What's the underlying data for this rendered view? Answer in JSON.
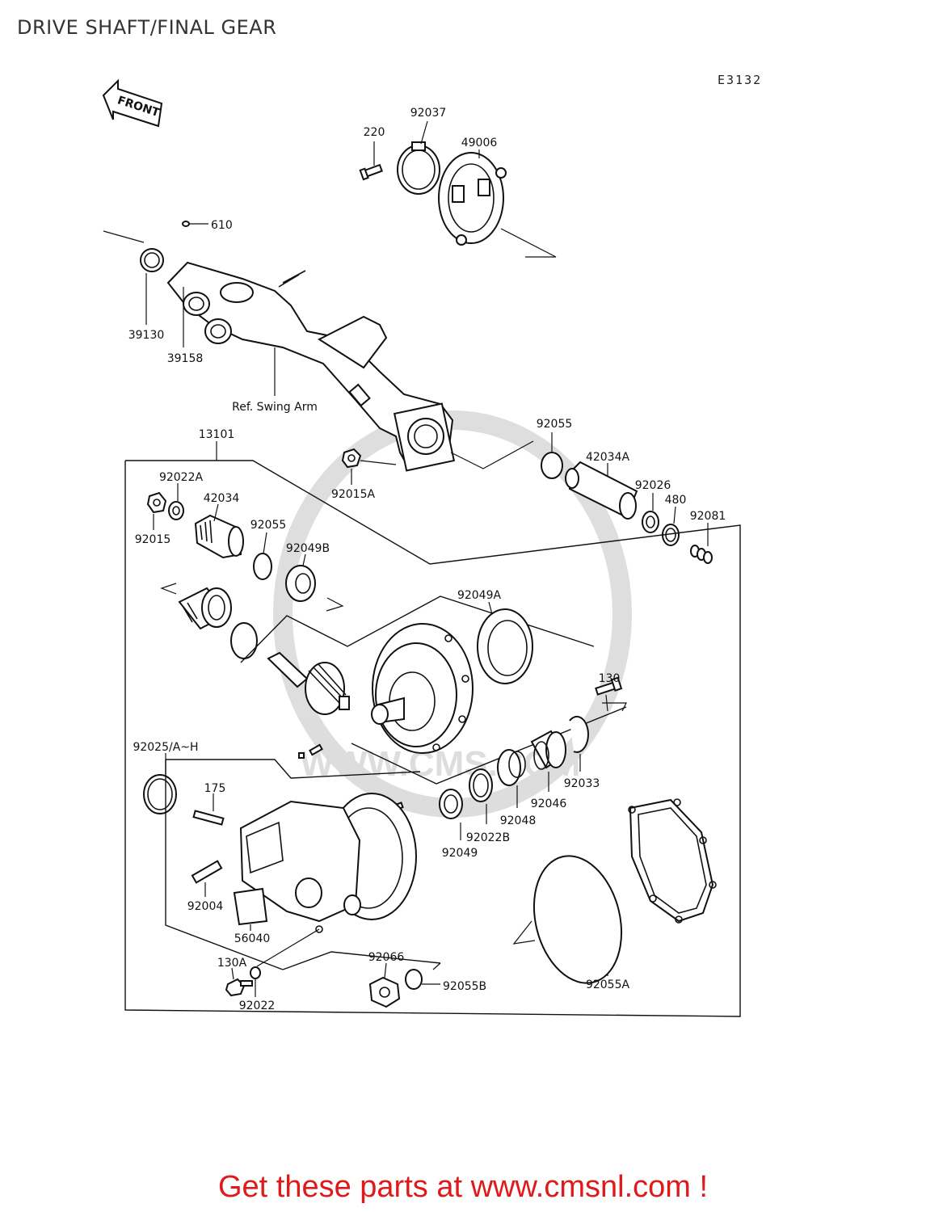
{
  "title": "DRIVE SHAFT/FINAL GEAR",
  "figure_code": "E3132",
  "front_arrow_label": "FRONT",
  "reference_note": "Ref. Swing Arm",
  "watermark_text": "WWW.CMS.COM",
  "promo_text": "Get these parts at www.cmsnl.com !",
  "colors": {
    "promo": "#e0191b",
    "lines": "#111111",
    "background": "#ffffff"
  },
  "parts": {
    "p92037": "92037",
    "p220": "220",
    "p49006": "49006",
    "p610": "610",
    "p39130": "39130",
    "p39158": "39158",
    "p13101": "13101",
    "p92055_top": "92055",
    "p42034A": "42034A",
    "p92026": "92026",
    "p480": "480",
    "p92081": "92081",
    "p92022A": "92022A",
    "p42034": "42034",
    "p92015": "92015",
    "p92055_mid": "92055",
    "p92049B": "92049B",
    "p92015A": "92015A",
    "p92049A": "92049A",
    "p130": "130",
    "p92025": "92025/A~H",
    "p175": "175",
    "p92033": "92033",
    "p92046": "92046",
    "p92048": "92048",
    "p92022B": "92022B",
    "p92049": "92049",
    "p92004": "92004",
    "p56040": "56040",
    "p130A": "130A",
    "p92066": "92066",
    "p92055B": "92055B",
    "p92022": "92022",
    "p92055A": "92055A"
  }
}
